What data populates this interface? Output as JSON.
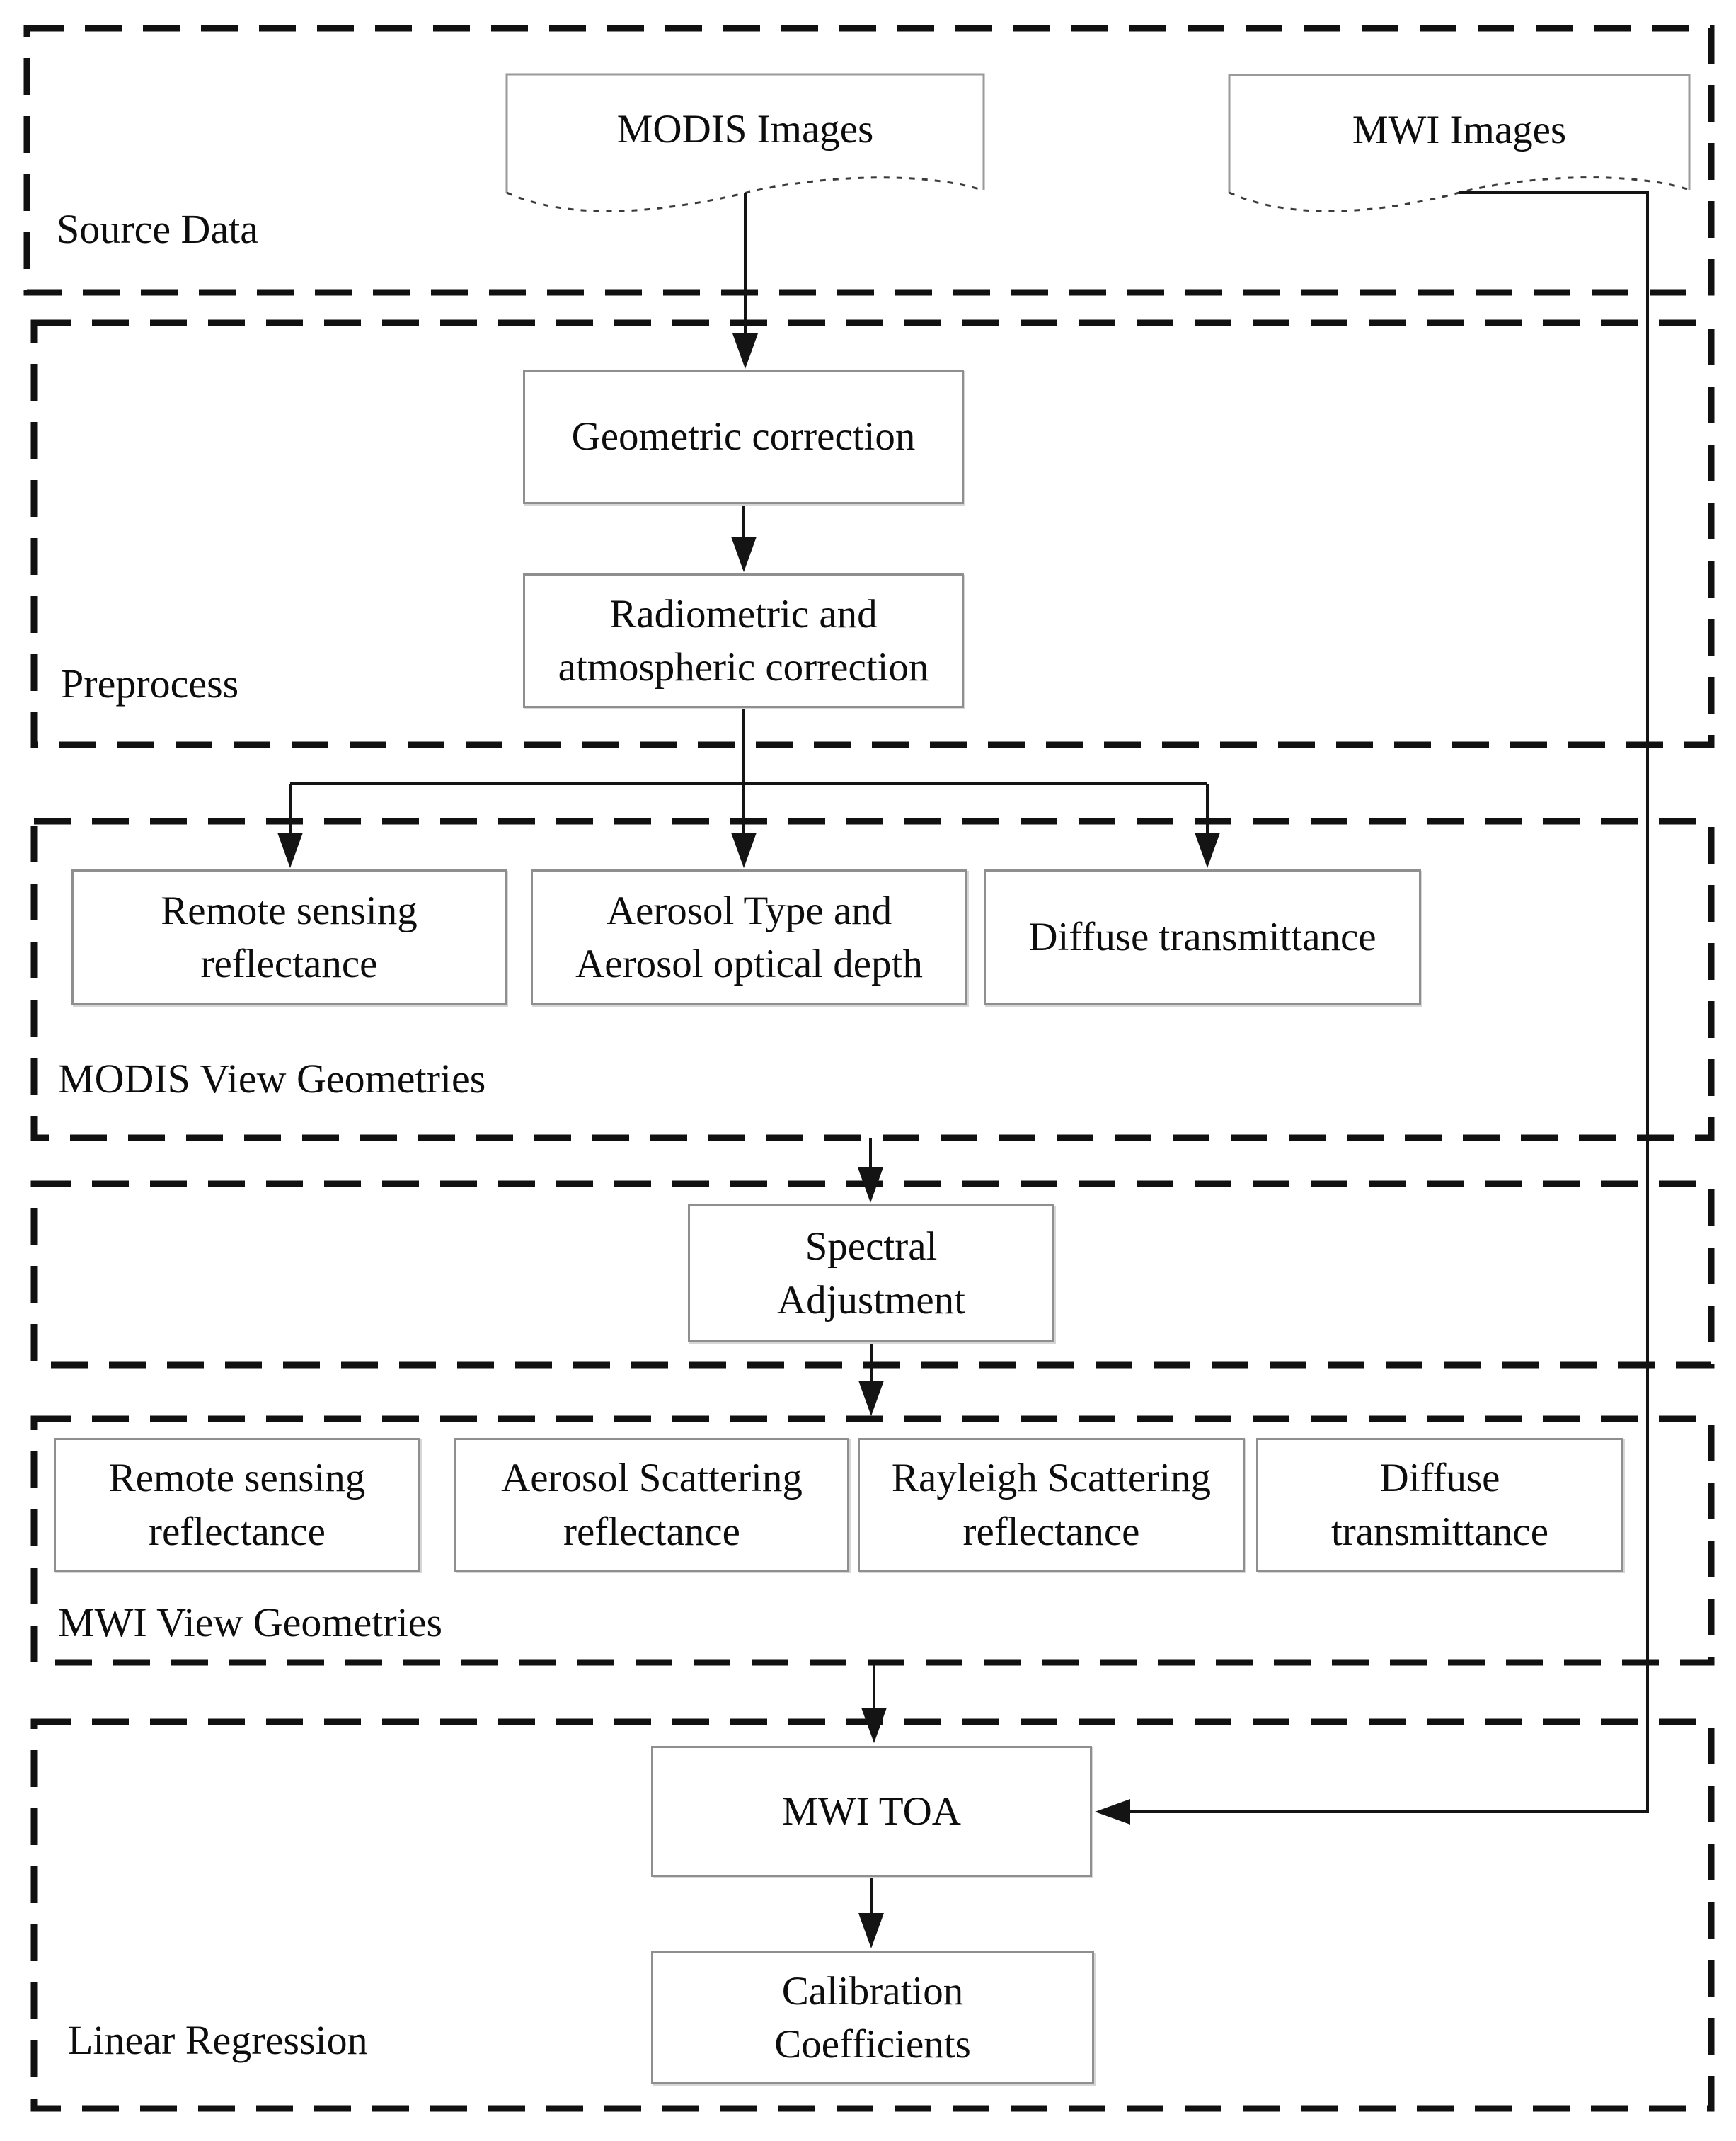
{
  "diagram": {
    "colors": {
      "background": "#ffffff",
      "line": "#141414",
      "section_border": "#111111",
      "box_border": "#8f8f8f",
      "text": "#0d0d0d"
    },
    "sections": [
      {
        "id": "source-data",
        "label": "Source Data"
      },
      {
        "id": "preprocess",
        "label": "Preprocess"
      },
      {
        "id": "modis-view-geometries",
        "label": "MODIS View Geometries"
      },
      {
        "id": "spectral-adjustment",
        "label": ""
      },
      {
        "id": "mwi-view-geometries",
        "label": "MWI View Geometries"
      },
      {
        "id": "linear-regression",
        "label": "Linear Regression"
      }
    ],
    "nodes": {
      "modis_images": {
        "shape": "document",
        "label": "MODIS Images"
      },
      "mwi_images": {
        "shape": "document",
        "label": "MWI Images"
      },
      "geometric_correction": {
        "shape": "rectangle",
        "label": "Geometric correction"
      },
      "radiometric_atmospheric_correction": {
        "shape": "rectangle",
        "label": "Radiometric and\natmospheric correction"
      },
      "modis_remote_sensing_reflectance": {
        "shape": "rectangle",
        "label": "Remote sensing\nreflectance"
      },
      "aerosol_type_and_optical_depth": {
        "shape": "rectangle",
        "label": "Aerosol Type and\nAerosol optical depth"
      },
      "modis_diffuse_transmittance": {
        "shape": "rectangle",
        "label": "Diffuse transmittance"
      },
      "spectral_adjustment": {
        "shape": "rectangle",
        "label": "Spectral\nAdjustment"
      },
      "mwi_remote_sensing_reflectance": {
        "shape": "rectangle",
        "label": "Remote sensing\nreflectance"
      },
      "aerosol_scattering_reflectance": {
        "shape": "rectangle",
        "label": "Aerosol Scattering\nreflectance"
      },
      "rayleigh_scattering_reflectance": {
        "shape": "rectangle",
        "label": "Rayleigh Scattering\nreflectance"
      },
      "mwi_diffuse_transmittance": {
        "shape": "rectangle",
        "label": "Diffuse\ntransmittance"
      },
      "mwi_toa": {
        "shape": "rectangle",
        "label": "MWI TOA"
      },
      "calibration_coefficients": {
        "shape": "rectangle",
        "label": "Calibration\nCoefficients"
      }
    },
    "edges": [
      {
        "from": "MODIS Images",
        "to": "Geometric correction"
      },
      {
        "from": "Geometric correction",
        "to": "Radiometric and atmospheric correction"
      },
      {
        "from": "Radiometric and atmospheric correction",
        "to": "Remote sensing reflectance (MODIS View Geometries)"
      },
      {
        "from": "Radiometric and atmospheric correction",
        "to": "Aerosol Type and Aerosol optical depth"
      },
      {
        "from": "Radiometric and atmospheric correction",
        "to": "Diffuse transmittance (MODIS View Geometries)"
      },
      {
        "from": "MODIS View Geometries",
        "to": "Spectral Adjustment"
      },
      {
        "from": "Spectral Adjustment",
        "to": "MWI View Geometries"
      },
      {
        "from": "MWI View Geometries",
        "to": "MWI TOA"
      },
      {
        "from": "MWI Images",
        "to": "MWI TOA"
      },
      {
        "from": "MWI TOA",
        "to": "Calibration Coefficients"
      }
    ]
  }
}
